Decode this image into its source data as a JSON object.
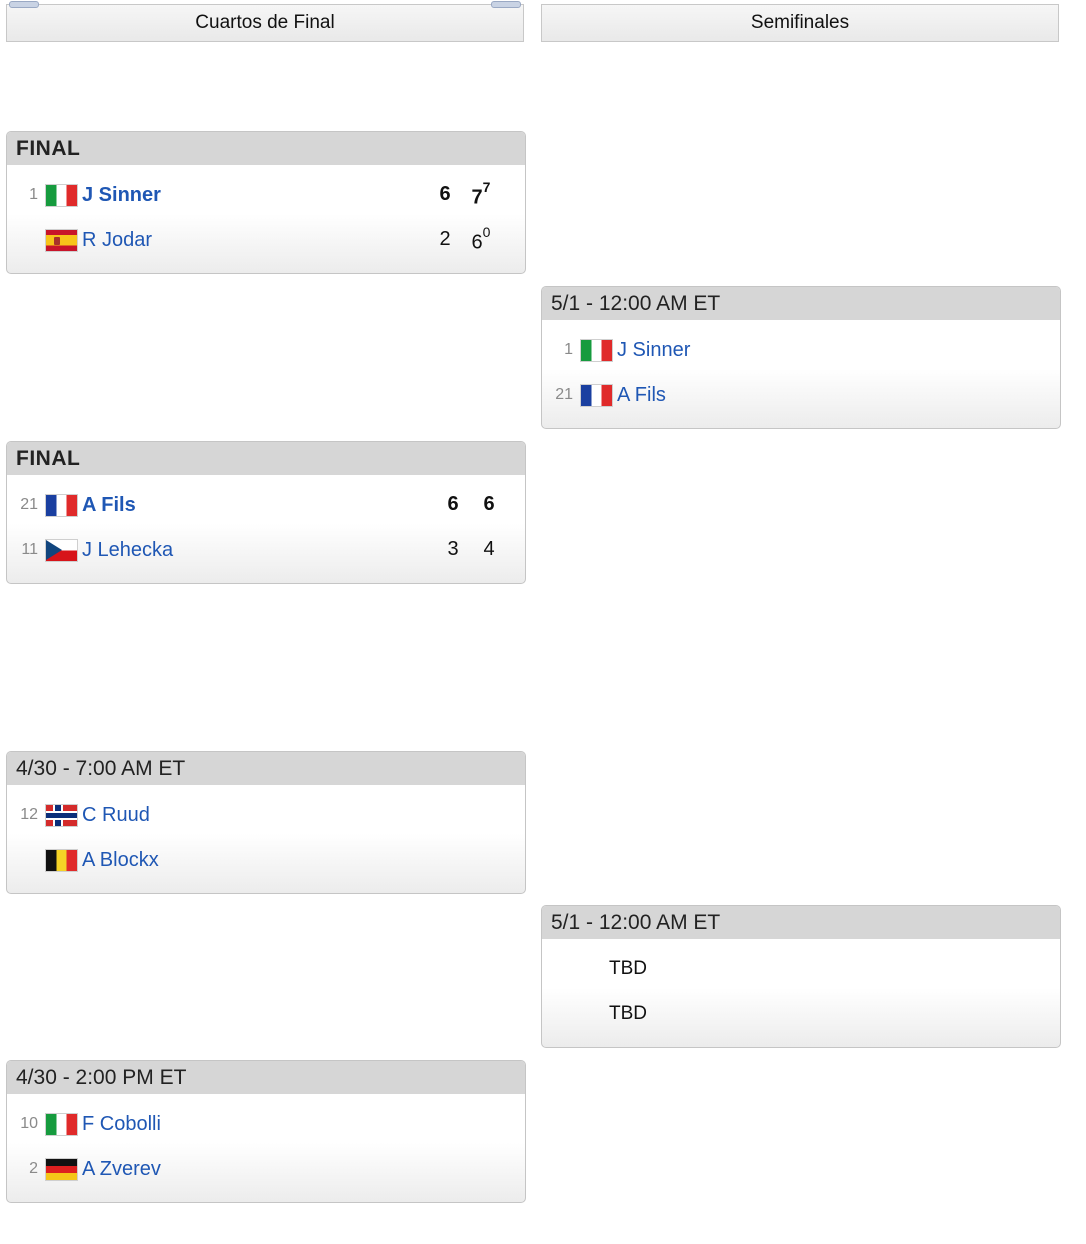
{
  "rounds": {
    "left": "Cuartos de Final",
    "right": "Semifinales"
  },
  "quarterfinals": [
    {
      "status": "FINAL",
      "players": [
        {
          "seed": "1",
          "flag": "italy-flag-icon",
          "name": "J Sinner",
          "winner": true,
          "scores": [
            "6",
            "7"
          ],
          "tiebreaks": [
            "",
            "7"
          ]
        },
        {
          "seed": "",
          "flag": "spain-flag-icon",
          "name": "R Jodar",
          "winner": false,
          "scores": [
            "2",
            "6"
          ],
          "tiebreaks": [
            "",
            "0"
          ]
        }
      ]
    },
    {
      "status": "FINAL",
      "players": [
        {
          "seed": "21",
          "flag": "france-flag-icon",
          "name": "A Fils",
          "winner": true,
          "scores": [
            "6",
            "6"
          ]
        },
        {
          "seed": "11",
          "flag": "czech-flag-icon",
          "name": "J Lehecka",
          "winner": false,
          "scores": [
            "3",
            "4"
          ]
        }
      ]
    },
    {
      "status": "4/30 - 7:00 AM ET",
      "players": [
        {
          "seed": "12",
          "flag": "norway-flag-icon",
          "name": "C Ruud"
        },
        {
          "seed": "",
          "flag": "belgium-flag-icon",
          "name": "A Blockx"
        }
      ]
    },
    {
      "status": "4/30 - 2:00 PM ET",
      "players": [
        {
          "seed": "10",
          "flag": "italy-flag-icon",
          "name": "F Cobolli"
        },
        {
          "seed": "2",
          "flag": "germany-flag-icon",
          "name": "A Zverev"
        }
      ]
    }
  ],
  "semifinals": [
    {
      "status": "5/1 - 12:00 AM ET",
      "players": [
        {
          "seed": "1",
          "flag": "italy-flag-icon",
          "name": "J Sinner"
        },
        {
          "seed": "21",
          "flag": "france-flag-icon",
          "name": "A Fils"
        }
      ]
    },
    {
      "status": "5/1 - 12:00 AM ET",
      "players": [
        {
          "seed": "",
          "name": "TBD"
        },
        {
          "seed": "",
          "name": "TBD"
        }
      ]
    }
  ]
}
